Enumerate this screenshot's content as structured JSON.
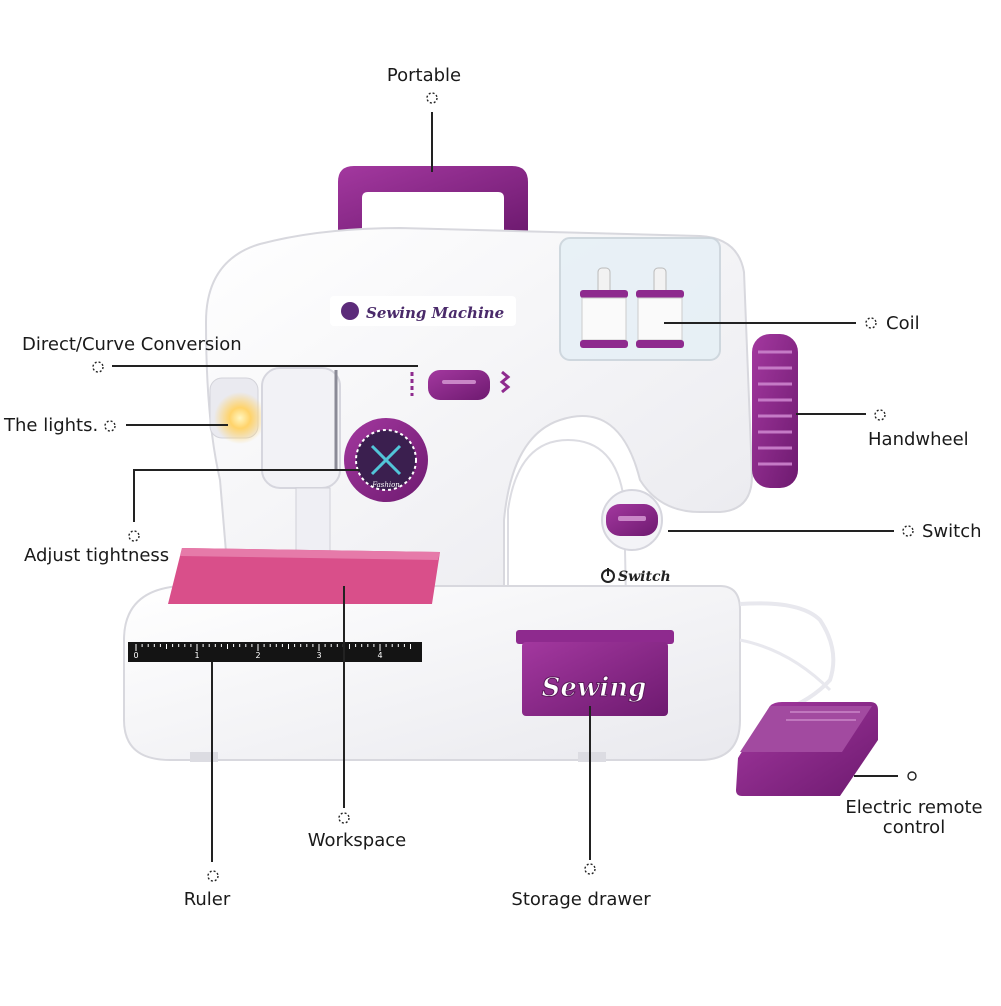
{
  "product": {
    "name_label": "Sewing Machine",
    "drawer_label": "Sewing",
    "wheel_label": "Fashion",
    "switch_label": "Switch"
  },
  "callouts": {
    "portable": "Portable",
    "coil": "Coil",
    "direct_curve": "Direct/Curve Conversion",
    "lights": "The lights.",
    "handwheel": "Handwheel",
    "switch": "Switch",
    "adjust_tightness": "Adjust tightness",
    "workspace": "Workspace",
    "ruler": "Ruler",
    "storage_drawer": "Storage drawer",
    "electric_remote_control": "Electric remote control"
  },
  "ruler_ticks": [
    "0",
    "1",
    "2",
    "3",
    "4"
  ],
  "colors": {
    "accent_purple": "#8e2a8e",
    "accent_dark": "#6e1a70",
    "fabric_pink": "#d94f8a",
    "body_white": "#f7f7f7",
    "leader_line": "#222222"
  }
}
